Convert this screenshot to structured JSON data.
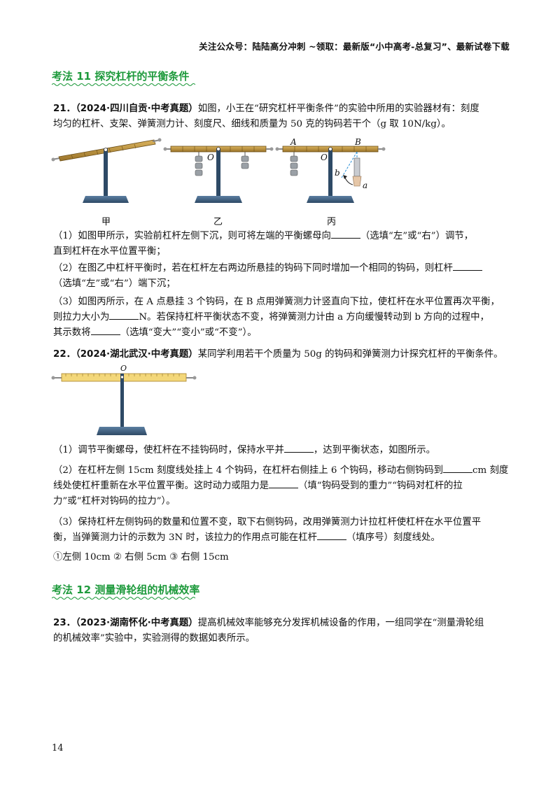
{
  "header": {
    "text": "关注公众号：陆陆高分冲刺 ~领取：最新版“小中高考-总复习”、最新试卷下载"
  },
  "sections": {
    "s11": "考法 11  探究杠杆的平衡条件",
    "s12": "考法 12  测量滑轮组的机械效率"
  },
  "q21": {
    "num": "21．",
    "src": "（2024·四川自贡·中考真题）",
    "l1": "如图，小王在“研究杠杆平衡条件”的实验中所用的实验器材有：刻度",
    "l2": "均匀的杠杆、支架、弹簧测力计、刻度尺、细线和质量为 50 克的钩码若干个（g 取 10N/kg）。",
    "captions": [
      "甲",
      "乙",
      "丙"
    ],
    "fig_labels": {
      "O": "O",
      "A": "A",
      "B": "B",
      "a": "a",
      "b": "b"
    },
    "p1a": "（1）如图甲所示，实验前杠杆左侧下沉，则可将左端的平衡螺母向",
    "p1b": "（选填“左”或“右”）调节，",
    "p1c": "直到杠杆在水平位置平衡；",
    "p2a": "（2）在图乙中杠杆平衡时，若在杠杆左右两边所悬挂的钩码下同时增加一个相同的钩码，则杠杆",
    "p2b": "（选填“左”或“右”）端下沉；",
    "p3a": "（3）如图丙所示，在 A 点悬挂 3 个钩码，在 B 点用弹簧测力计竖直向下拉，使杠杆在水平位置再次平衡，",
    "p3b": "则拉力大小为",
    "p3c": "N。若保持杠杆平衡状态不变，将弹簧测力计由 a 方向缓慢转动到 b 方向的过程中，",
    "p3d": "其示数将",
    "p3e": "（选填“变大”“变小”或“不变”）。"
  },
  "q22": {
    "num": "22．",
    "src": "（2024·湖北武汉·中考真题）",
    "l1": "某同学利用若干个质量为 50g 的钩码和弹簧测力计探究杠杆的平衡条件。",
    "fig_o": "O",
    "p1a": "（1）调节平衡螺母，使杠杆在不挂钩码时，保持水平并",
    "p1b": "，达到平衡状态，如图所示。",
    "p2a": "（2）在杠杆左侧 15cm 刻度线处挂上 4 个钩码，在杠杆右侧挂上 6 个钩码，移动右侧钩码到",
    "p2b": "cm 刻度",
    "p2c": "线处使杠杆重新在水平位置平衡。这时动力或阻力是",
    "p2d": "（填“钩码受到的重力”“钩码对杠杆的拉",
    "p2e": "力”或“杠杆对钩码的拉力”）。",
    "p3a": "（3）保持杠杆左侧钩码的数量和位置不变，取下右侧钩码，改用弹簧测力计拉杠杆使杠杆在水平位置平",
    "p3b": "衡，当弹簧测力计的示数为 3N 时，该拉力的作用点可能在杠杆",
    "p3c": "（填序号）刻度线处。",
    "opts": "①左侧 10cm  ② 右侧 5cm  ③ 右侧 15cm"
  },
  "q23": {
    "num": "23．",
    "src": "（2023·湖南怀化·中考真题）",
    "l1": "提高机械效率能够充分发挥机械设备的作用，一组同学在“测量滑轮组",
    "l2": "的机械效率”实验中，实验测得的数据如表所示。"
  },
  "page_number": "14"
}
